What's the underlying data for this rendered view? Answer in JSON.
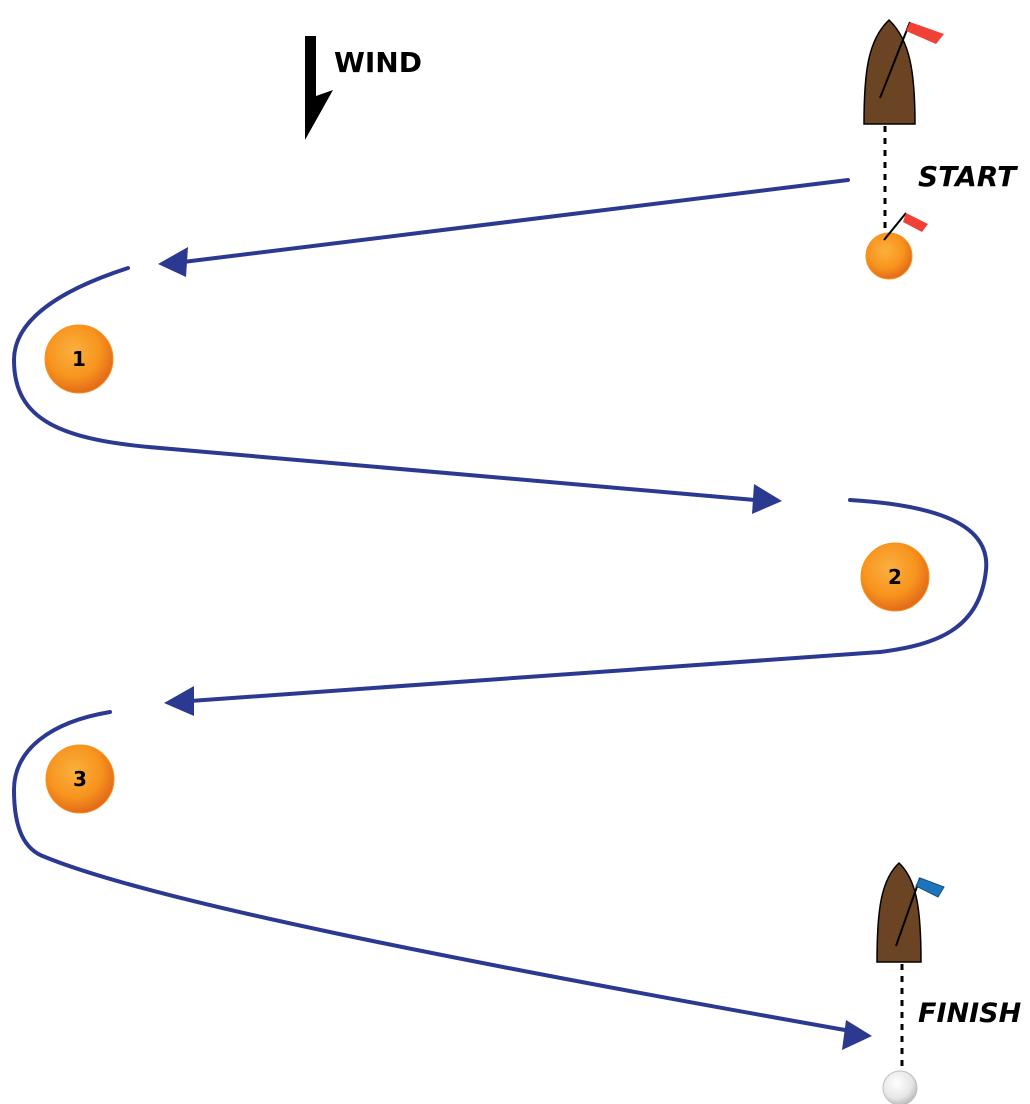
{
  "wind": {
    "label": "WIND"
  },
  "start": {
    "label": "START"
  },
  "finish": {
    "label": "FINISH"
  },
  "marks": [
    {
      "number": "1"
    },
    {
      "number": "2"
    },
    {
      "number": "3"
    }
  ],
  "colors": {
    "course_line": "#2b3990",
    "boat_hull": "#6b4423",
    "mark_orange": "#f7941d",
    "mark_orange_dark": "#e0661a",
    "start_flag": "#ef4136",
    "finish_flag": "#1c75bc",
    "finish_buoy": "#e6e6e6"
  }
}
